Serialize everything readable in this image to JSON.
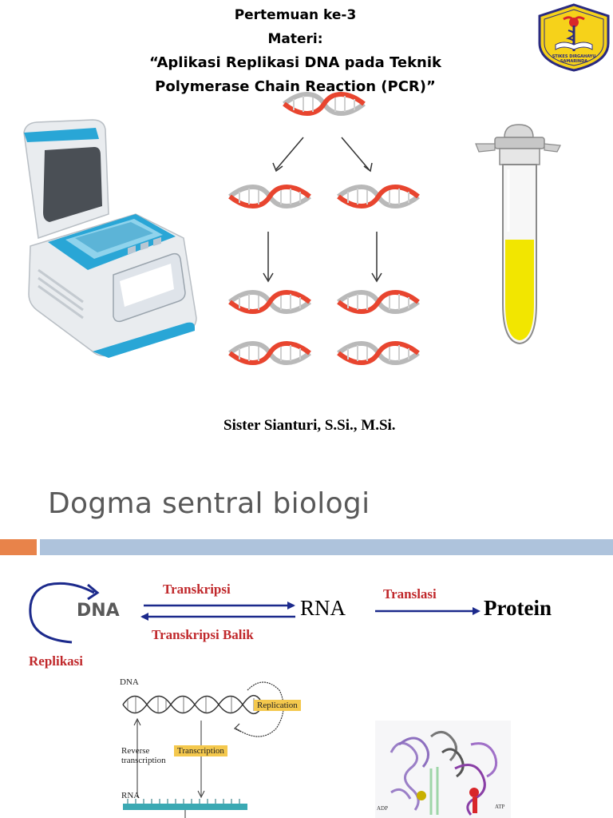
{
  "slide1": {
    "title_line1": "Pertemuan ke-3",
    "title_line2": "Materi:",
    "title_line3": "“Aplikasi Replikasi DNA pada Teknik",
    "title_line4": "Polymerase Chain Reaction (PCR)”",
    "logo_text": "STIKES DIRGAHAYU SAMARINDA",
    "author": "Sister Sianturi, S.Si., M.Si."
  },
  "slide2": {
    "title": "Dogma sentral biologi",
    "dna": "DNA",
    "rna": "RNA",
    "protein": "Protein",
    "transkripsi": "Transkripsi",
    "transkripsi_balik": "Transkripsi Balik",
    "translasi": "Translasi",
    "replikasi": "Replikasi",
    "figure": {
      "dna": "DNA",
      "replication": "Replication",
      "reverse_transcription_1": "Reverse",
      "reverse_transcription_2": "transcription",
      "transcription": "Transcription",
      "rna": "RNA",
      "adp": "ADP",
      "atp": "ATP"
    }
  },
  "colors": {
    "dna_red": "#e8452f",
    "dna_grey": "#b9b9b9",
    "machine_blue": "#29a6d6",
    "accent_orange": "#e8834a",
    "accent_blue_bar": "#aec3dc",
    "arrow_navy": "#1c2a8c",
    "label_red": "#c0282b"
  }
}
